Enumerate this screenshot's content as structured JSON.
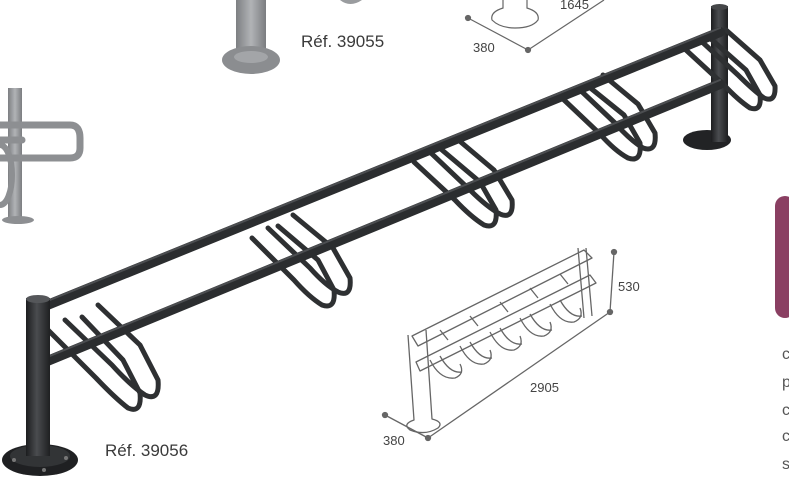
{
  "references": {
    "top": "Réf. 39055",
    "bottom": "Réf. 39056"
  },
  "dimensions": {
    "top_height": "1645",
    "top_depth": "380",
    "diagram_height": "530",
    "diagram_length": "2905",
    "diagram_depth": "380"
  },
  "colors": {
    "rack_dark": "#2e3032",
    "rack_grey": "#8d8f92",
    "accent_tab": "#8a3f62",
    "line_art": "#666666"
  },
  "edge_text": [
    "c",
    "p",
    "c",
    "c",
    "s"
  ]
}
